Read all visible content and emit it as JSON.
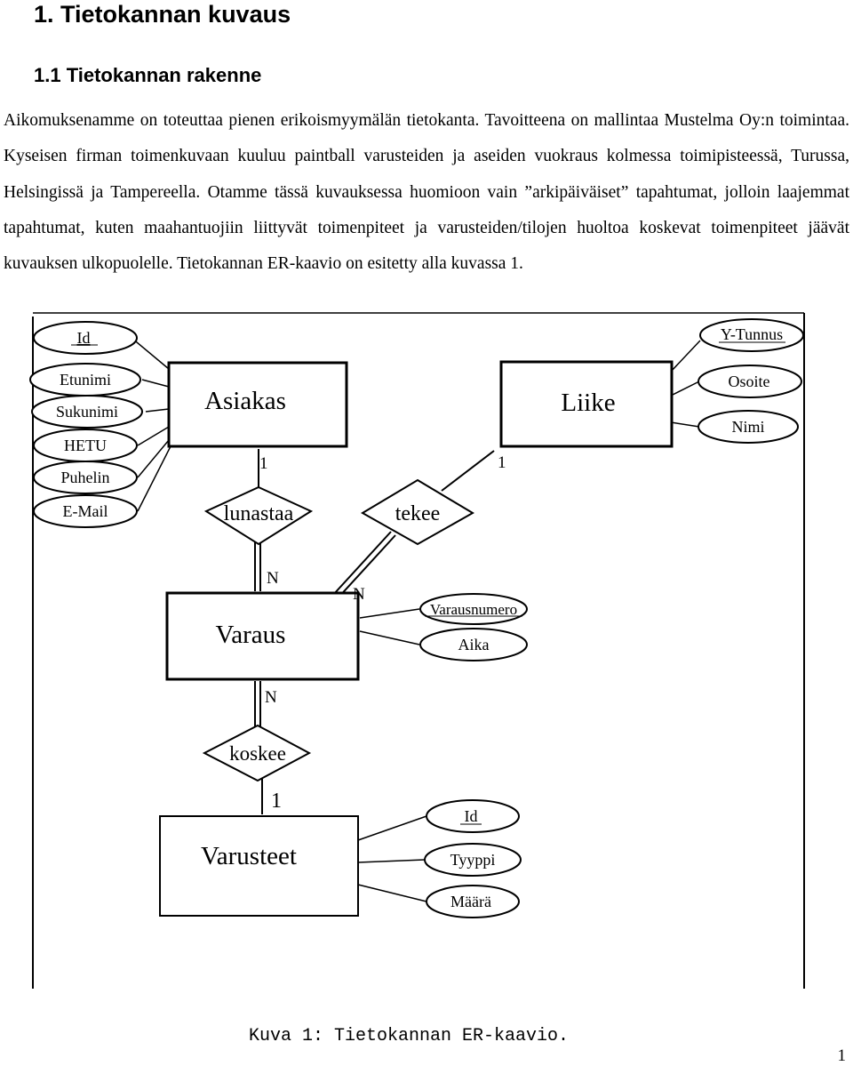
{
  "heading": "1. Tietokannan kuvaus",
  "subheading": "1.1 Tietokannan rakenne",
  "paragraph": "Aikomuksenamme on toteuttaa pienen erikoismyymälän tietokanta. Tavoitteena on mallintaa Mustelma Oy:n toimintaa. Kyseisen firman toimenkuvaan kuuluu paintball varusteiden ja aseiden vuokraus kolmessa toimipisteessä, Turussa, Helsingissä ja Tampereella. Otamme tässä kuvauksessa huomioon vain ”arkipäiväiset” tapahtumat, jolloin laajemmat tapahtumat, kuten maahantuojiin liittyvät toimenpiteet ja varusteiden/tilojen huoltoa koskevat toimenpiteet jäävät kuvauksen ulkopuolelle. Tietokannan ER-kaavio on esitetty alla kuvassa 1.",
  "diagram": {
    "entities": {
      "asiakas": "Asiakas",
      "liike": "Liike",
      "varaus": "Varaus",
      "varusteet": "Varusteet"
    },
    "relationships": {
      "lunastaa": "lunastaa",
      "tekee": "tekee",
      "koskee": "koskee"
    },
    "asiakas_attributes": [
      "Id",
      "Etunimi",
      "Sukunimi",
      "HETU",
      "Puhelin",
      "E-Mail"
    ],
    "liike_attributes": [
      "Y-Tunnus",
      "Osoite",
      "Nimi"
    ],
    "varaus_attributes": [
      "Varausnumero",
      "Aika"
    ],
    "varusteet_attributes": [
      "Id",
      "Tyyppi",
      "Määrä"
    ],
    "cardinalities": {
      "asiakas_lunastaa": "1",
      "lunastaa_varaus": "N",
      "liike_tekee": "1",
      "tekee_varaus": "N",
      "varaus_koskee": "N",
      "koskee_varusteet": "1"
    }
  },
  "caption": "Kuva 1: Tietokannan ER-kaavio.",
  "page_number": "1"
}
